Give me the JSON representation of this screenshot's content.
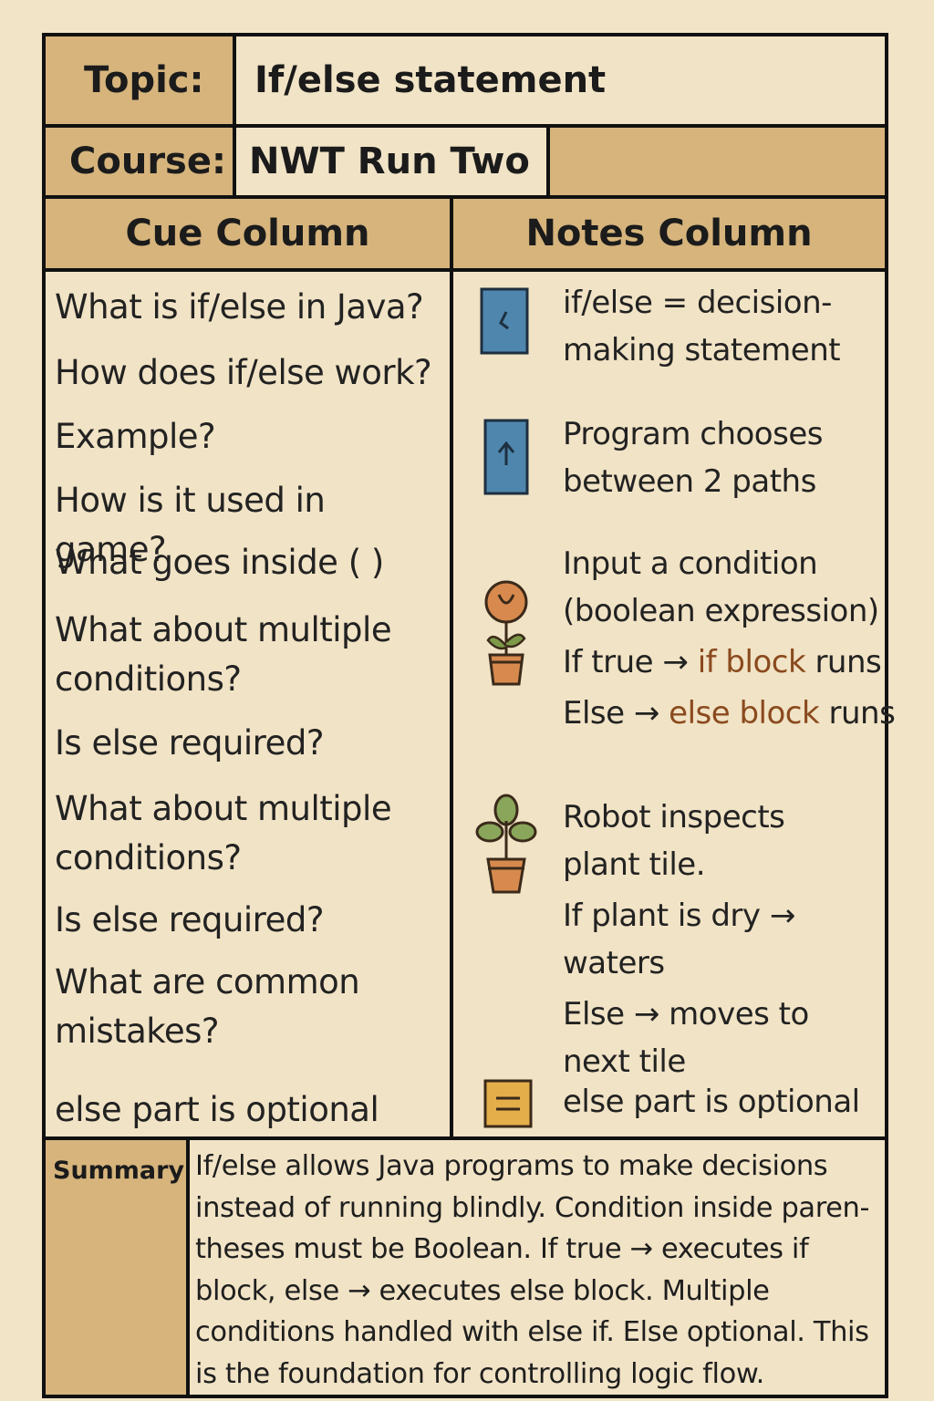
{
  "header": {
    "topic_label": "Topic:",
    "topic_value": "If/else statement",
    "course_label": "Course:",
    "course_value": "NWT Run Two"
  },
  "columns": {
    "cue_title": "Cue Column",
    "notes_title": "Notes Column"
  },
  "cues": [
    "What is if/else in Java?",
    "How does if/else work?",
    "Example?",
    "How is it used in game?",
    "What goes inside ( )",
    "What about multiple conditions?",
    "Is else required?",
    "What about multiple conditions?",
    "Is else required?",
    "What are common mistakes?",
    "else part is optional"
  ],
  "notes": {
    "n1": {
      "icon": "blue-book-icon",
      "text": "if/else = decision-making statement"
    },
    "n2": {
      "icon": "blue-arrow-card-icon",
      "text": "Program chooses between 2 paths"
    },
    "n3": {
      "icon": "flower-pot-icon",
      "line1": "Input a condition (boolean expression)",
      "line2_pre": "If true →",
      "line2_hl": "if block",
      "line2_post": "runs",
      "line3_pre": "Else →",
      "line3_hl": "else block",
      "line3_post": "runs"
    },
    "n4": {
      "icon": "plant-pot-icon",
      "line1": "Robot inspects plant tile.",
      "line2": "If plant is dry → waters",
      "line3": "Else → moves to next tile"
    },
    "n5": {
      "icon": "note-card-icon",
      "text": "else part is optional"
    }
  },
  "summary": {
    "label": "Summary",
    "text": "If/else allows Java programs to make decisions instead of running blindly. Condition inside paren-theses must be Boolean. If true → executes if block, else → executes else block. Multiple conditions handled with else if. Else optional. This is the foundation for controlling logic flow."
  },
  "colors": {
    "tan": "#d6b47c",
    "cream": "#f1e3c5",
    "highlight": "#8a4a1e",
    "icon_blue": "#4f86ad"
  }
}
